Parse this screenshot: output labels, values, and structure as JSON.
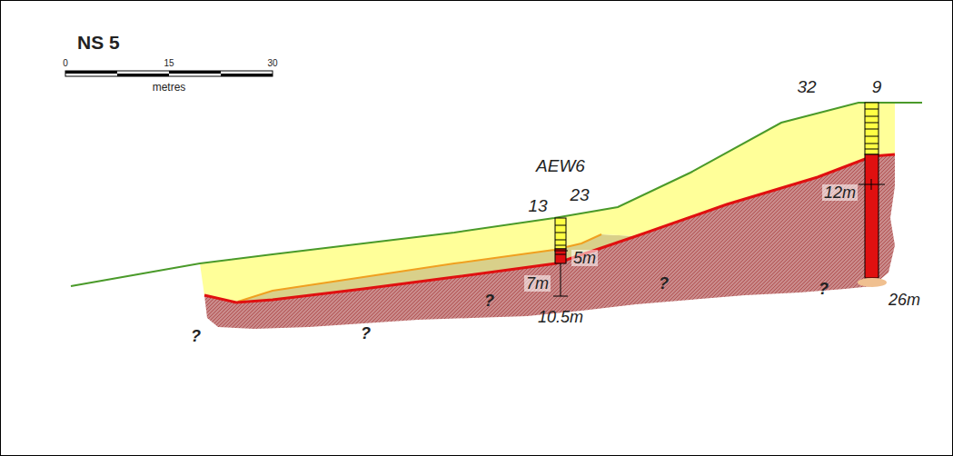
{
  "diagram": {
    "title": "NS 5",
    "labels": [
      "0",
      "15",
      "30",
      "metres",
      "AEW6",
      "13",
      "23",
      "5m",
      "7m",
      "10.5m",
      "32",
      "9",
      "12m",
      "26m",
      "?",
      "?",
      "?",
      "?",
      "?"
    ]
  }
}
